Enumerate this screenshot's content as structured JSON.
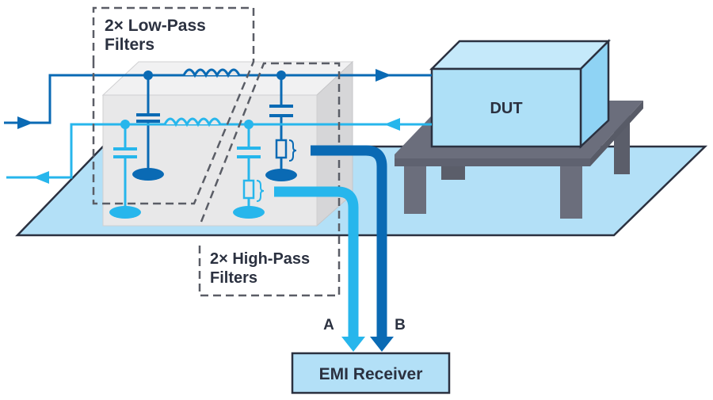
{
  "diagram": {
    "labels": {
      "low_pass_line1": "2× Low-Pass",
      "low_pass_line2": "Filters",
      "high_pass_line1": "2× High-Pass",
      "high_pass_line2": "Filters",
      "dut": "DUT",
      "receiver": "EMI Receiver",
      "path_a": "A",
      "path_b": "B"
    },
    "colors": {
      "dark_blue": "#0a6ab4",
      "light_blue": "#27b6ec",
      "ground_plane": "#b3e0f7",
      "filter_box": "#e6e6e7",
      "table": "#6b6e7c",
      "dut_box": "#aee0f7",
      "outline": "#2b3140",
      "dashed": "#5a5d66"
    }
  }
}
